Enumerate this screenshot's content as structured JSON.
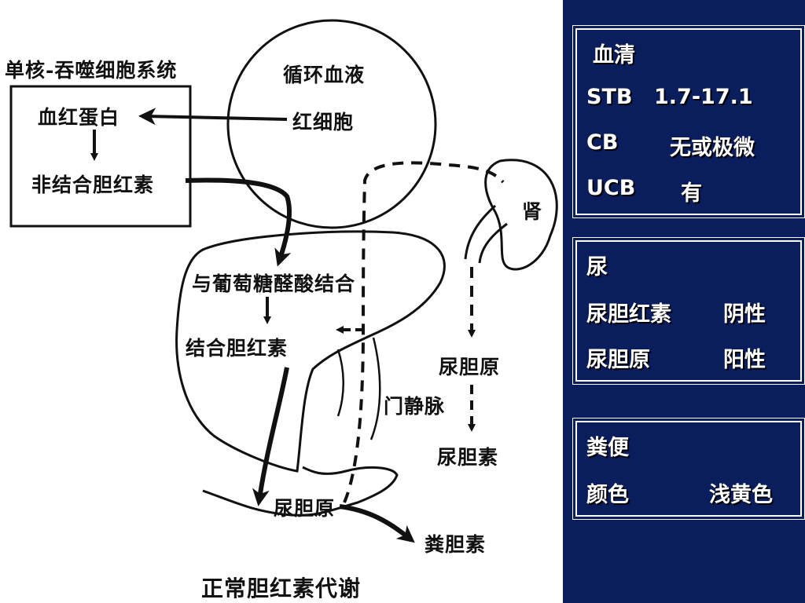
{
  "diagram": {
    "system_title": "单核-吞噬细胞系统",
    "hemoglobin": "血红蛋白",
    "unconjugated_bilirubin": "非结合胆红素",
    "circulating_blood": "循环血液",
    "red_blood_cell": "红细胞",
    "kidney": "肾",
    "glucuronide_binding": "与葡萄糖醛酸结合",
    "conjugated_bilirubin": "结合胆红素",
    "portal_vein": "门静脉",
    "urobilinogen_urine": "尿胆原",
    "urobilin": "尿胆素",
    "urobilinogen_intestine": "尿胆原",
    "stercobilin": "粪胆素",
    "caption": "正常胆红素代谢"
  },
  "serum": {
    "title": "血清",
    "rows": [
      {
        "label": "STB",
        "value": "1.7-17.1"
      },
      {
        "label": "CB",
        "value": "无或极微"
      },
      {
        "label": "UCB",
        "value": "有"
      }
    ]
  },
  "urine": {
    "title": "尿",
    "rows": [
      {
        "label": "尿胆红素",
        "value": "阴性"
      },
      {
        "label": "尿胆原",
        "value": "阳性"
      }
    ]
  },
  "stool": {
    "title": "粪便",
    "rows": [
      {
        "label": "颜色",
        "value": "浅黄色"
      }
    ]
  },
  "colors": {
    "background": "#0a1d5c",
    "panel": "#ffffff",
    "text": "#ffffff",
    "ink": "#111111"
  }
}
